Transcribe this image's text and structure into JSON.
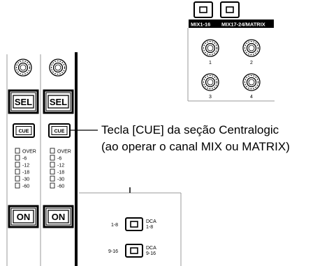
{
  "mix_section": {
    "header_left": "MIX1-16",
    "header_right": "MIX17-24/MATRIX",
    "knobs": [
      "1",
      "2",
      "3",
      "4"
    ]
  },
  "strips": [
    {
      "sel_label": "SEL",
      "cue_label": "CUE",
      "on_label": "ON",
      "meter": [
        "OVER",
        "-6",
        "-12",
        "-18",
        "-30",
        "-60"
      ]
    },
    {
      "sel_label": "SEL",
      "cue_label": "CUE",
      "on_label": "ON",
      "meter": [
        "OVER",
        "-6",
        "-12",
        "-18",
        "-30",
        "-60"
      ]
    }
  ],
  "dca": [
    {
      "left": "1-8",
      "right_top": "DCA",
      "right_bottom": "1-8"
    },
    {
      "left": "9-16",
      "right_top": "DCA",
      "right_bottom": "9-16"
    }
  ],
  "annotation": {
    "line1": "Tecla [CUE] da seção Centralogic",
    "line2": "(ao operar o canal MIX ou MATRIX)"
  }
}
